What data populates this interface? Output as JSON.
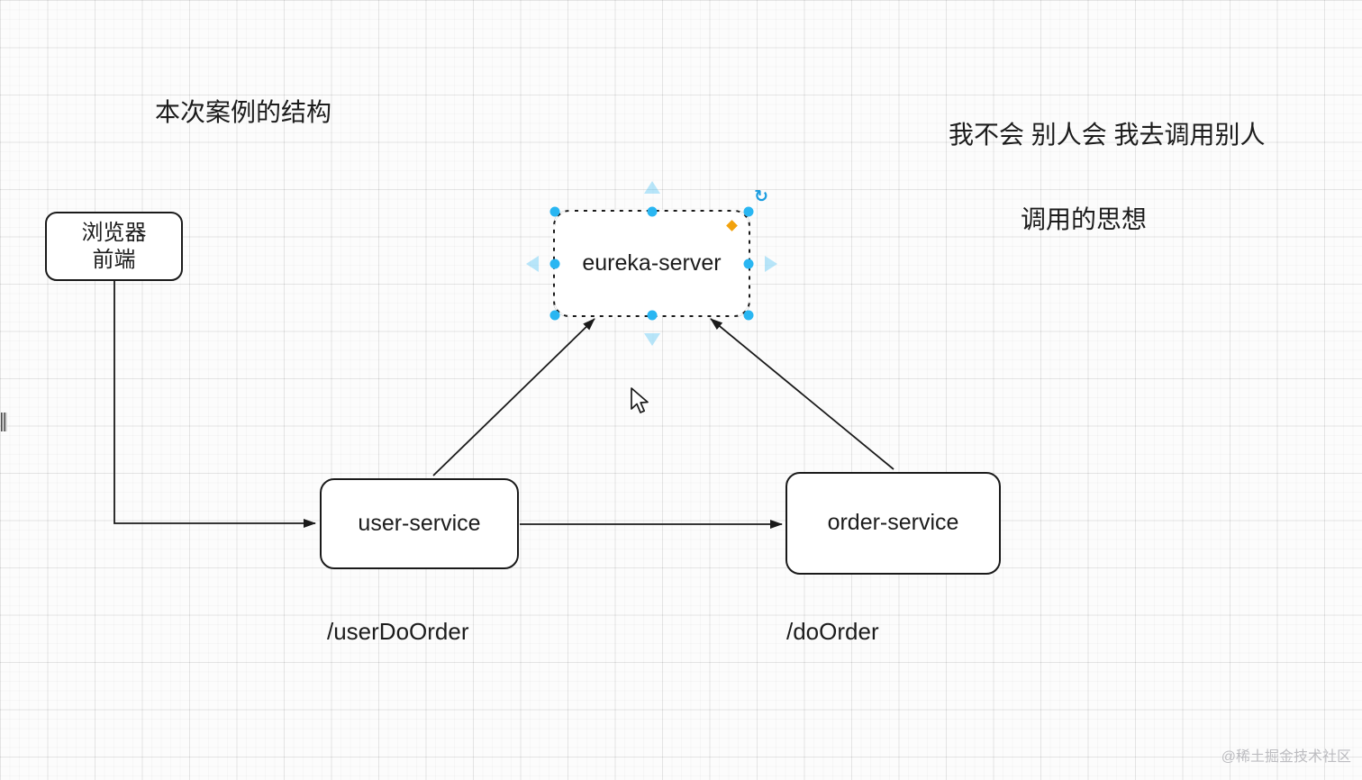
{
  "canvas": {
    "background": "#fcfcfc",
    "grid_major_color": "#e9e9e9",
    "grid_minor_color": "#f6f6f6"
  },
  "annotations": {
    "title": "本次案例的结构",
    "note_line1": "我不会 别人会 我去调用别人",
    "note_line2": "调用的思想",
    "endpoint_user": "/userDoOrder",
    "endpoint_order": "/doOrder"
  },
  "nodes": {
    "browser": {
      "label_line1": "浏览器",
      "label_line2": "前端"
    },
    "eureka": {
      "label": "eureka-server",
      "selected": true
    },
    "user_service": {
      "label": "user-service"
    },
    "order_service": {
      "label": "order-service"
    }
  },
  "edges": [
    {
      "from": "browser",
      "to": "user_service"
    },
    {
      "from": "user_service",
      "to": "order_service"
    },
    {
      "from": "user_service",
      "to": "eureka"
    },
    {
      "from": "order_service",
      "to": "eureka"
    }
  ],
  "selection_ui": {
    "handle_color": "#29b6f2",
    "rotate_icon": "↻",
    "edit_diamond_color": "#f2a20d",
    "direction_arrow_color": "#29b6f2"
  },
  "watermark": "@稀土掘金技术社区"
}
